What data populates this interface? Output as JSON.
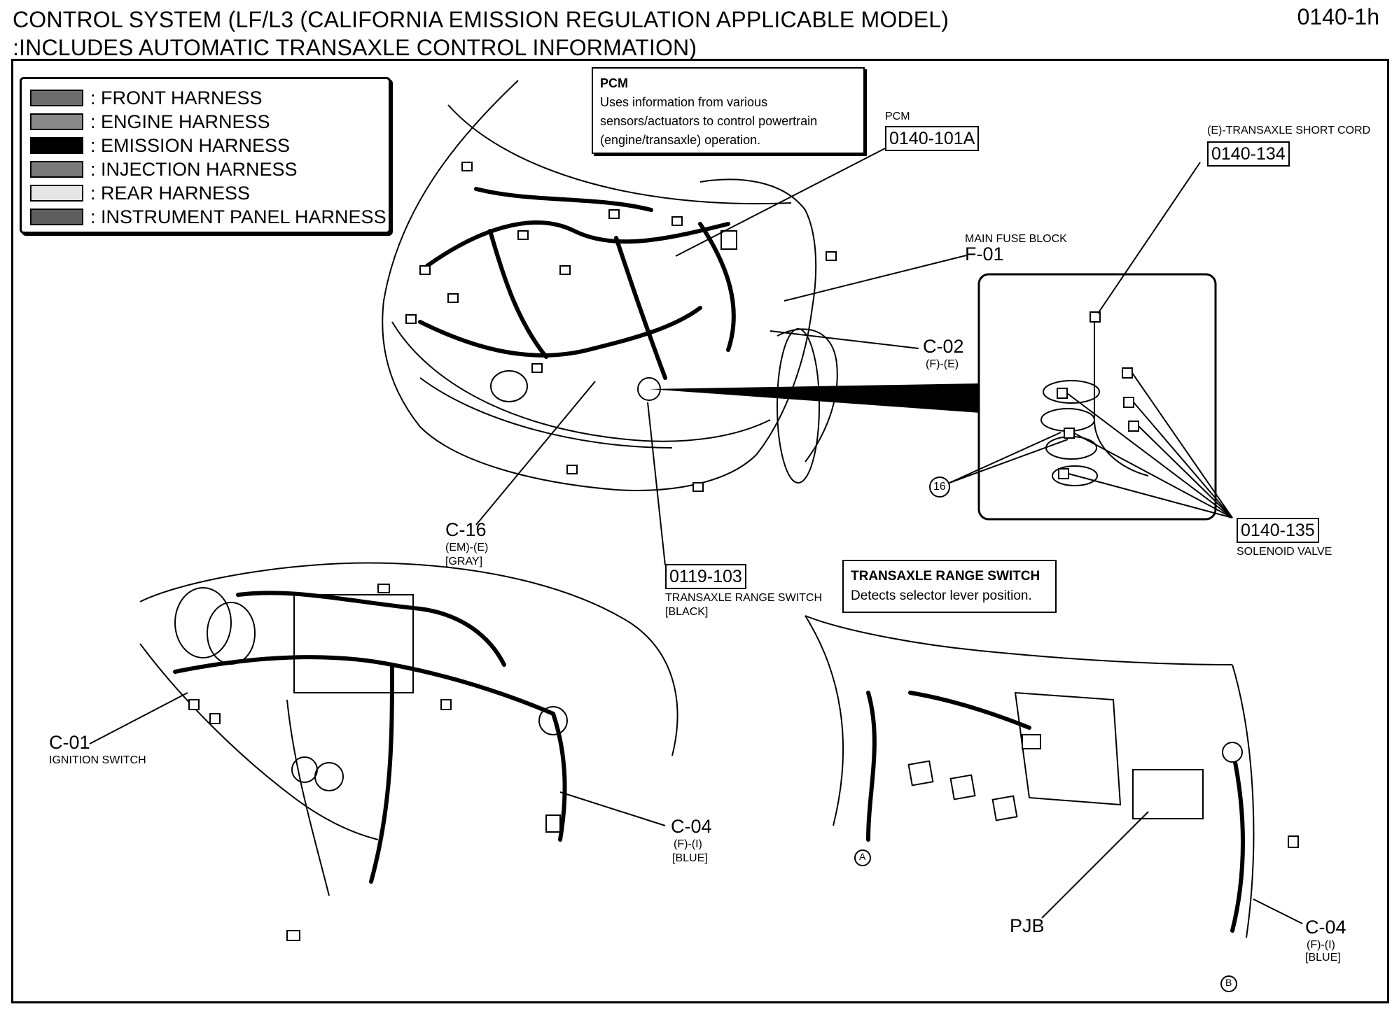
{
  "header": {
    "title_line1": "CONTROL SYSTEM (LF/L3 (CALIFORNIA EMISSION REGULATION APPLICABLE MODEL)",
    "title_line2": ":INCLUDES AUTOMATIC TRANSAXLE CONTROL INFORMATION)",
    "page_code": "0140-1h"
  },
  "legend": [
    {
      "label": ": FRONT HARNESS",
      "color": "#6e6e6e"
    },
    {
      "label": ": ENGINE HARNESS",
      "color": "#8a8a8a"
    },
    {
      "label": ": EMISSION HARNESS",
      "color": "#000000"
    },
    {
      "label": ": INJECTION HARNESS",
      "color": "#7a7a7a"
    },
    {
      "label": ": REAR HARNESS",
      "color": "#e6e6e6"
    },
    {
      "label": ": INSTRUMENT PANEL HARNESS",
      "color": "#5e5e5e"
    }
  ],
  "pcm_info": {
    "heading": "PCM",
    "line1": "Uses information from various",
    "line2": "sensors/actuators to control powertrain",
    "line3": "(engine/transaxle) operation."
  },
  "range_info": {
    "heading": "TRANSAXLE RANGE SWITCH",
    "line1": "Detects selector lever position."
  },
  "callouts": {
    "pcm_label": "PCM",
    "pcm_code": "0140-101A",
    "short_cord_label": "(E)-TRANSAXLE SHORT CORD",
    "short_cord_code": "0140-134",
    "main_fuse_label": "MAIN FUSE BLOCK",
    "main_fuse_code": "F-01",
    "c02": "C-02",
    "c02_sub": "(F)-(E)",
    "c16": "C-16",
    "c16_sub1": "(EM)-(E)",
    "c16_sub2": "[GRAY]",
    "range_code": "0119-103",
    "range_label": "TRANSAXLE RANGE SWITCH",
    "range_color": "[BLACK]",
    "solenoid_code": "0140-135",
    "solenoid_label": "SOLENOID VALVE",
    "circle_16": "16",
    "c01": "C-01",
    "c01_label": "IGNITION SWITCH",
    "c04_left": "C-04",
    "c04_left_sub1": "(F)-(I)",
    "c04_left_sub2": "[BLUE]",
    "pjb": "PJB",
    "c04_right": "C-04",
    "c04_right_sub1": "(F)-(I)",
    "c04_right_sub2": "[BLUE]",
    "circle_a": "A",
    "circle_b": "B"
  }
}
